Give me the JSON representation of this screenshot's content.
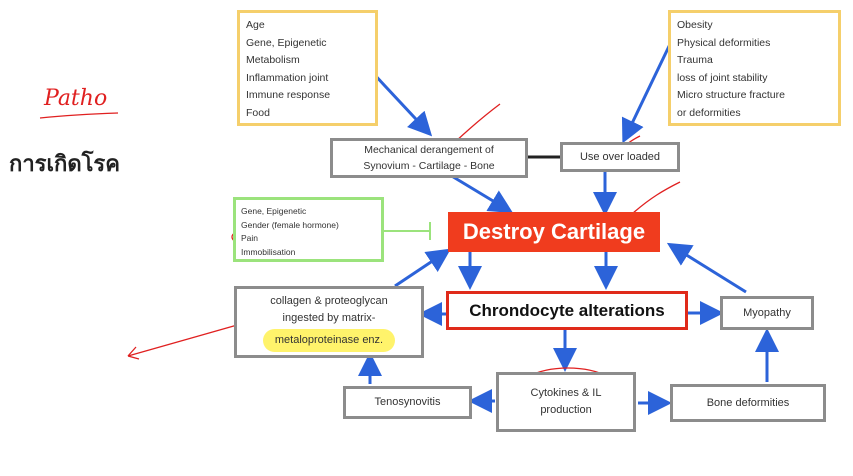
{
  "left_label": {
    "handwritten": "Patho",
    "title": "การเกิดโรค"
  },
  "risk_box_left": {
    "items": [
      "Age",
      "Gene, Epigenetic",
      "Metabolism",
      "Inflammation joint",
      "Immune response",
      "Food"
    ]
  },
  "risk_box_right": {
    "items": [
      "Obesity",
      "Physical deformities",
      "Trauma",
      "loss of joint stability",
      "Micro structure fracture",
      "or deformities"
    ]
  },
  "factor_box_green": {
    "items": [
      "Gene, Epigenetic",
      "Gender (female hormone)",
      "Pain",
      "Immobilisation"
    ]
  },
  "nodes": {
    "mechanical": "Mechanical derangement of Synovium - Cartilage - Bone",
    "use_over": "Use over loaded",
    "destroy": "Destroy Cartilage",
    "chondrocyte": "Chrondocyte alterations",
    "collagen_line1a": "collagen",
    "collagen_and": "&",
    "collagen_line1b": "proteoglycan",
    "collagen_line2": "ingested by matrix-",
    "collagen_line3": "metaloproteinase enz.",
    "myopathy": "Myopathy",
    "tenosynovitis": "Tenosynovitis",
    "cytokines": "Cytokines & IL production",
    "bone_def": "Bone deformities"
  },
  "colors": {
    "yellow_border": "#f5cf6b",
    "green_border": "#9be37c",
    "gray_border": "#8c8c8c",
    "destroy_fill": "#f03c1e",
    "chondro_border": "#e02a1a",
    "arrow_blue": "#2c63d9",
    "ink_red": "#e02020",
    "highlight": "#fff36b"
  }
}
